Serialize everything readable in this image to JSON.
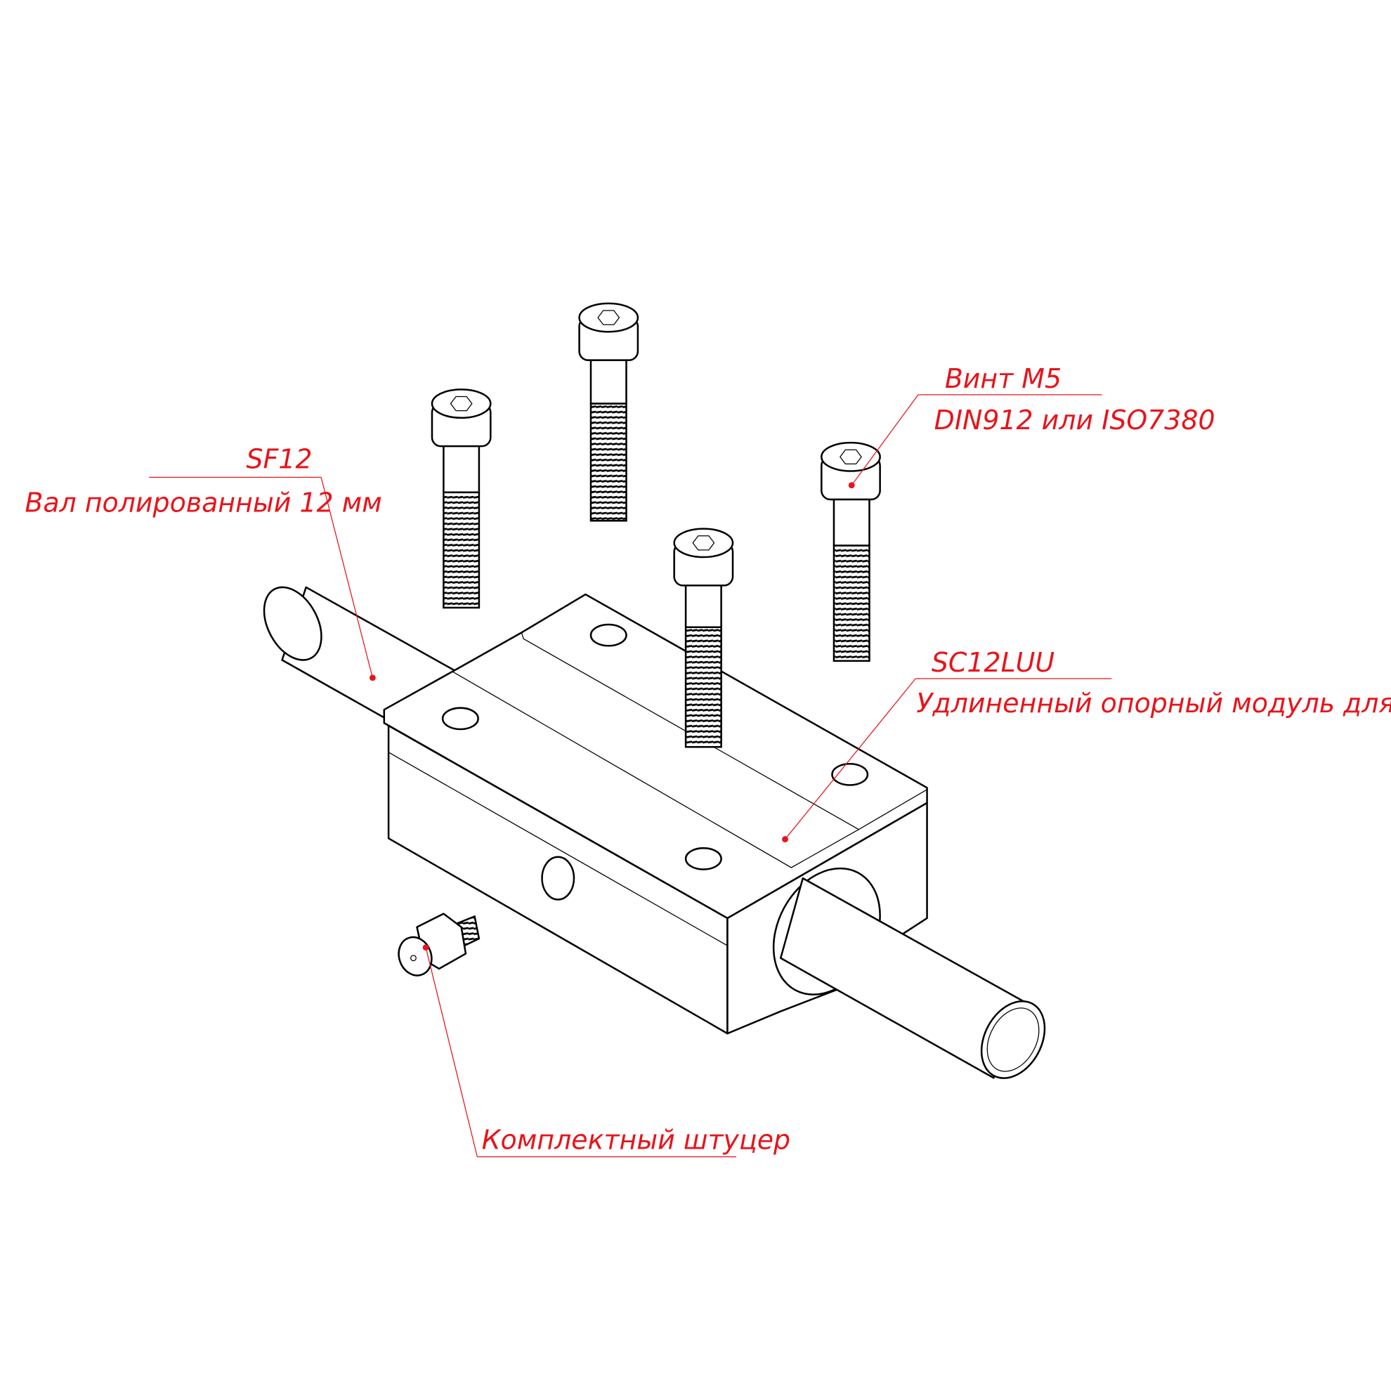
{
  "labels": {
    "shaft": {
      "code": "SF12",
      "description": "Вал полированный 12 мм"
    },
    "screw": {
      "code": "Винт М5",
      "description": "DIN912 или ISO7380"
    },
    "module": {
      "code": "SC12LUU",
      "description": "Удлиненный опорный модуль для вала"
    },
    "fitting": {
      "description": "Комплектный штуцер"
    }
  },
  "colors": {
    "annotation": "#e8141b",
    "line": "#000000"
  }
}
